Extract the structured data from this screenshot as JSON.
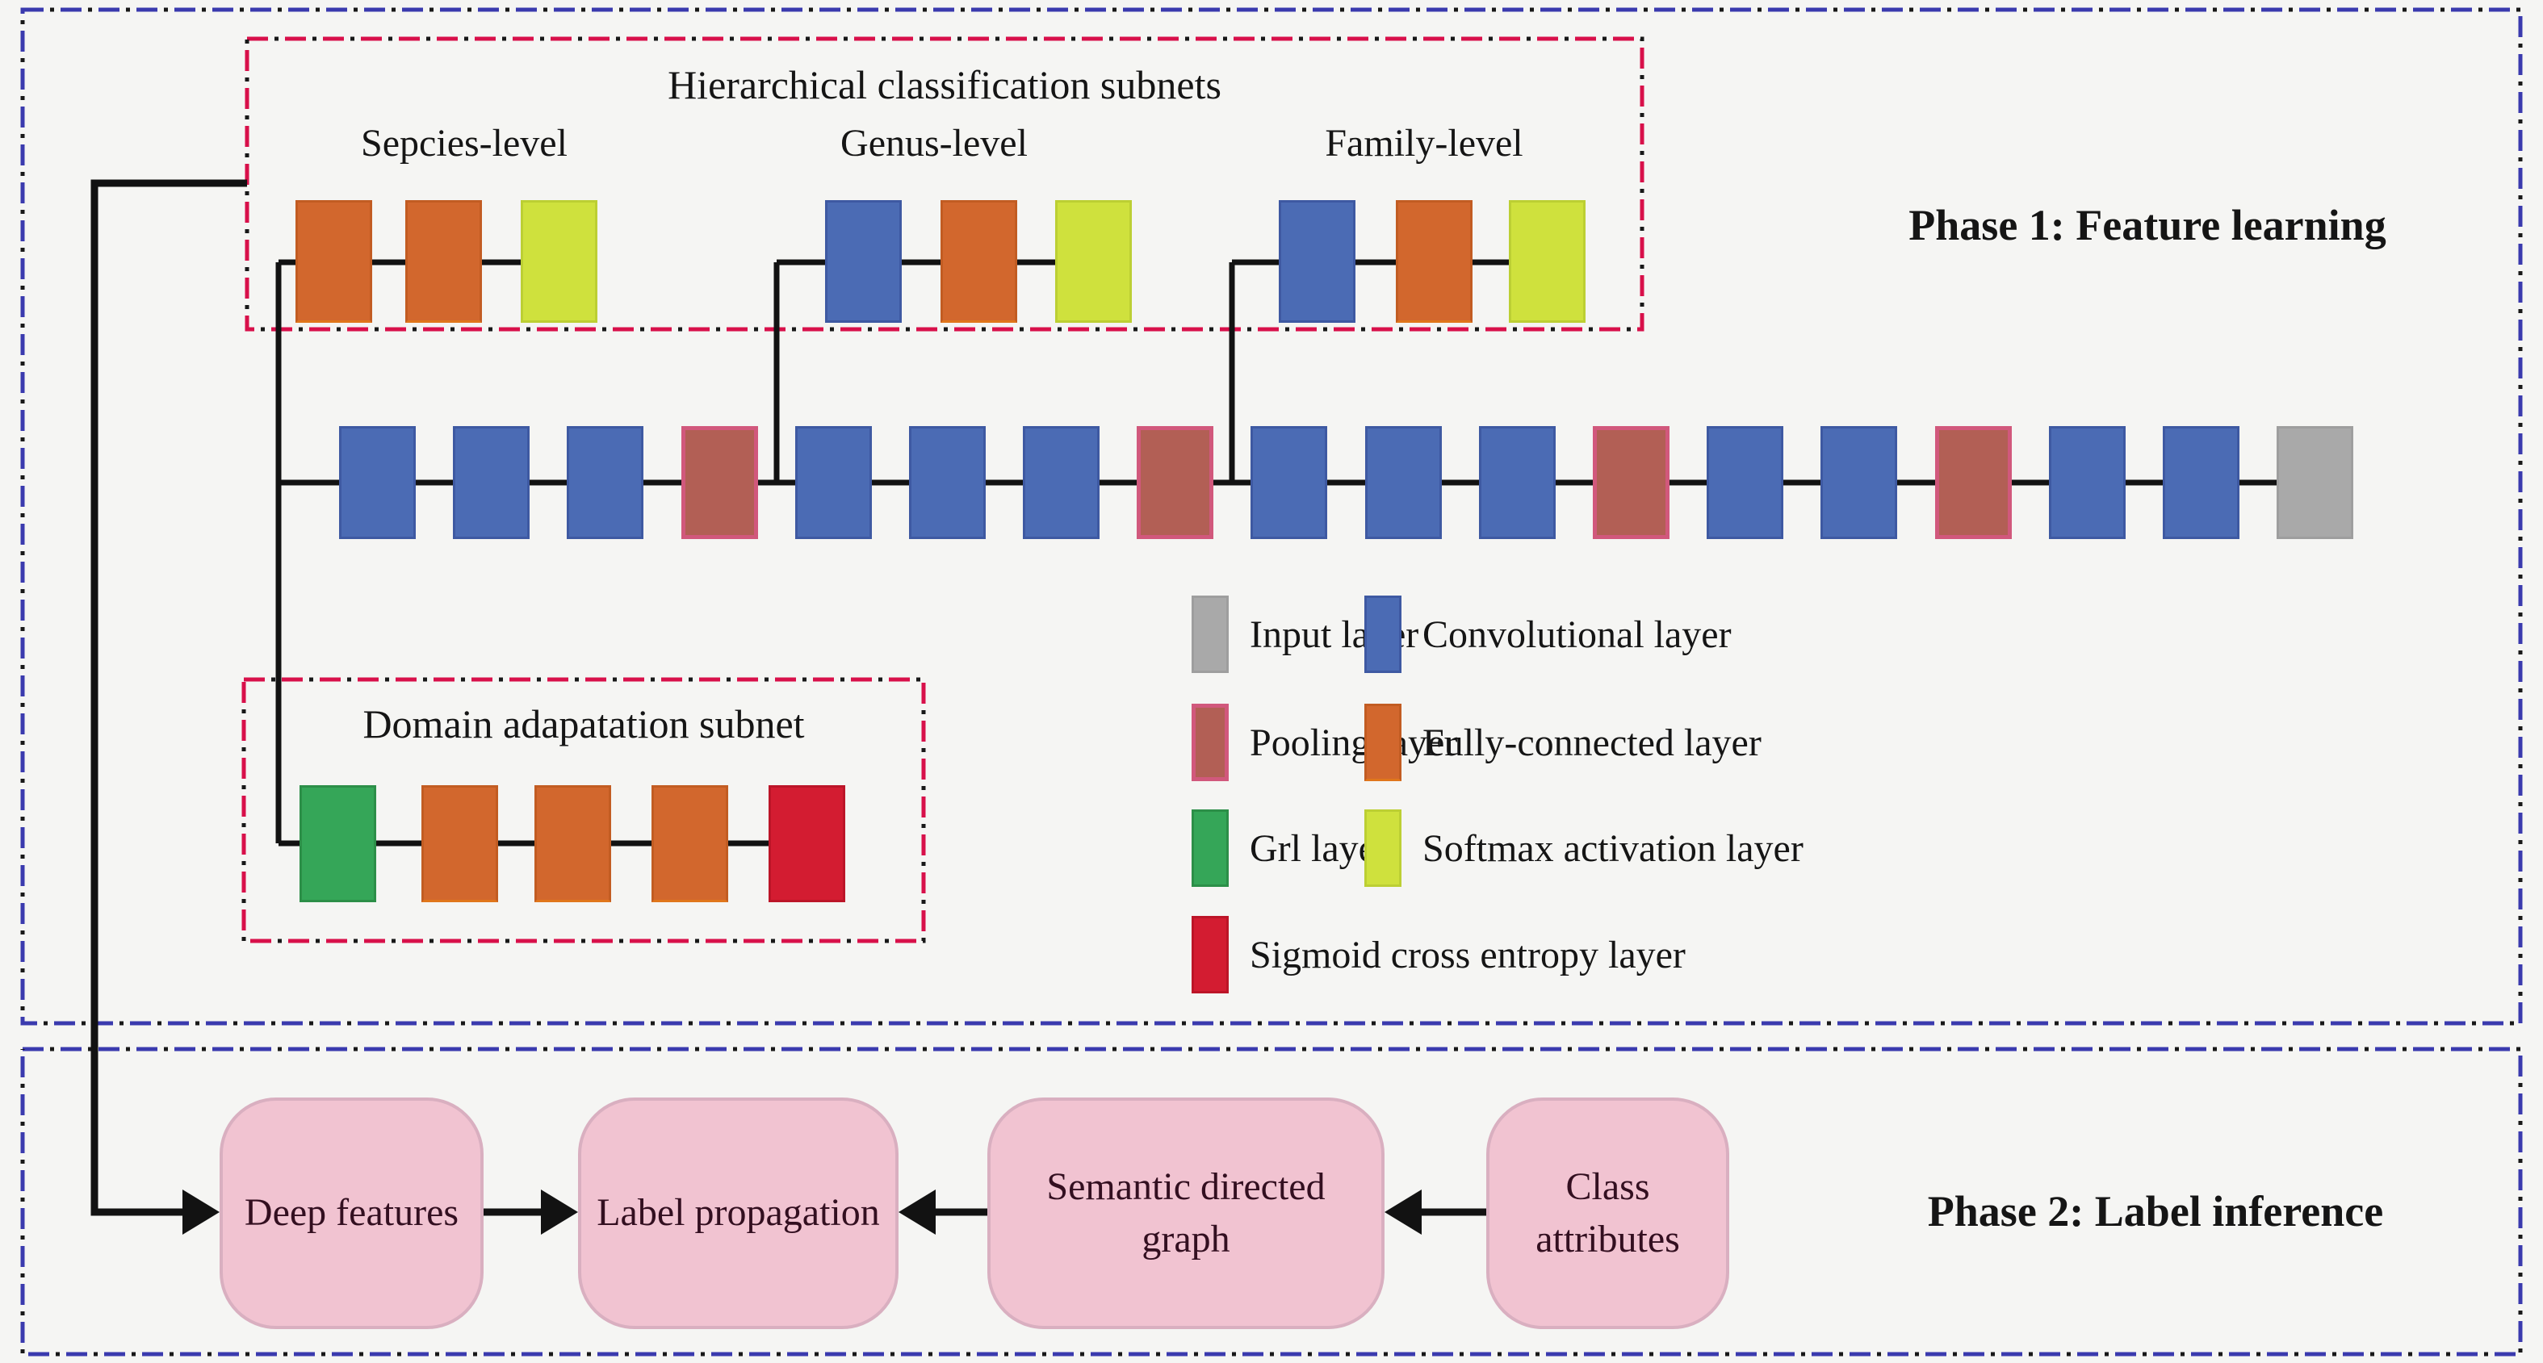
{
  "figure": {
    "phase1_label": "Phase 1: Feature learning",
    "phase2_label": "Phase 2: Label inference",
    "hierarchical_box": {
      "title": "Hierarchical classification subnets",
      "subnets": [
        {
          "name": "species",
          "label": "Sepcies-level",
          "layers": [
            "fc",
            "fc",
            "softmax"
          ]
        },
        {
          "name": "genus",
          "label": "Genus-level",
          "layers": [
            "conv",
            "fc",
            "softmax"
          ]
        },
        {
          "name": "family",
          "label": "Family-level",
          "layers": [
            "conv",
            "fc",
            "softmax"
          ]
        }
      ]
    },
    "domain_box": {
      "title": "Domain adapatation subnet",
      "layers": [
        "grl",
        "fc",
        "fc",
        "fc",
        "sigmoid"
      ]
    },
    "backbone": {
      "layers": [
        "conv",
        "conv",
        "conv",
        "pool",
        "conv",
        "conv",
        "conv",
        "pool",
        "conv",
        "conv",
        "conv",
        "pool",
        "conv",
        "conv",
        "pool",
        "conv",
        "conv",
        "input"
      ]
    },
    "legend": {
      "items": [
        {
          "type": "input",
          "label": "Input layer",
          "col": 0,
          "row": 0
        },
        {
          "type": "conv",
          "label": "Convolutional layer",
          "col": 1,
          "row": 0
        },
        {
          "type": "pool",
          "label": "Pooling layer",
          "col": 0,
          "row": 1
        },
        {
          "type": "fc",
          "label": "Fully-connected layer",
          "col": 1,
          "row": 1
        },
        {
          "type": "grl",
          "label": "Grl layer",
          "col": 0,
          "row": 2
        },
        {
          "type": "softmax",
          "label": "Softmax activation layer",
          "col": 1,
          "row": 2
        },
        {
          "type": "sigmoid",
          "label": "Sigmoid cross entropy layer",
          "col": 0,
          "row": 3
        }
      ]
    },
    "phase2_nodes": [
      {
        "name": "deep-features",
        "label": "Deep features"
      },
      {
        "name": "label-propagation",
        "label": "Label propagation"
      },
      {
        "name": "semantic-directed-graph",
        "label": "Semantic directed graph"
      },
      {
        "name": "class-attributes",
        "label": "Class attributes"
      }
    ],
    "colors": {
      "background": "#f5f5f3",
      "phase_border": "#3a3aae",
      "subnet_border": "#d8104a",
      "line": "#121212",
      "conv": "#4b6bb4",
      "fc": "#d2672d",
      "softmax": "#cfe13d",
      "pool_fill": "#b25f55",
      "pool_border": "#d1587c",
      "grl": "#35a658",
      "sigmoid": "#d31c31",
      "input": "#a9a9a9",
      "node_fill": "#f1c3d1",
      "node_border": "#d9afc0",
      "node_text": "#330f20"
    }
  }
}
